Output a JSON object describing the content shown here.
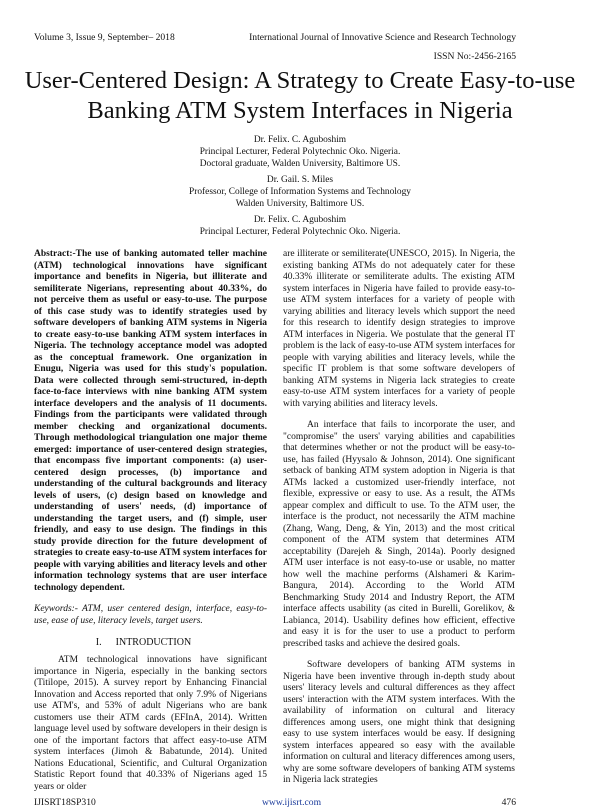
{
  "header": {
    "volume": "Volume 3, Issue 9, September– 2018",
    "journal": "International Journal of Innovative Science and Research Technology",
    "issn": "ISSN No:-2456-2165"
  },
  "title": "User-Centered Design: A Strategy to Create Easy-to-use Banking ATM System Interfaces in Nigeria",
  "authors": [
    {
      "name": "Dr. Felix. C. Aguboshim",
      "lines": [
        "Principal Lecturer, Federal Polytechnic Oko. Nigeria.",
        "Doctoral graduate, Walden University, Baltimore US."
      ]
    },
    {
      "name": "Dr. Gail. S. Miles",
      "lines": [
        "Professor, College of Information Systems and Technology",
        "Walden University, Baltimore US."
      ]
    },
    {
      "name": "Dr. Felix. C. Aguboshim",
      "lines": [
        "Principal Lecturer, Federal Polytechnic Oko. Nigeria."
      ]
    }
  ],
  "abstract": "Abstract:-The use of banking automated teller machine (ATM) technological innovations have significant importance and benefits in Nigeria, but illiterate and semiliterate Nigerians, representing about 40.33%, do not perceive them as useful or easy-to-use. The purpose of this case study was to identify strategies used by software developers of banking ATM systems in Nigeria to create easy-to-use banking ATM system interfaces in Nigeria. The technology acceptance model was adopted as the conceptual framework. One organization in Enugu, Nigeria was used for this study's population. Data were collected through semi-structured, in-depth face-to-face interviews with nine banking ATM system interface developers and the analysis of 11 documents. Findings from the participants were validated through member checking and organizational documents. Through methodological triangulation one major theme emerged: importance of user-centered design strategies, that encompass five important components: (a) user-centered design processes, (b) importance and understanding of the cultural backgrounds and literacy levels of users, (c) design based on knowledge and understanding of users' needs, (d) importance of understanding the target users, and (f) simple, user friendly, and easy to use design. The findings in this study provide direction for the future development of strategies to create easy-to-use ATM system interfaces for people with varying abilities and literacy levels and other information technology systems that are user interface technology dependent.",
  "keywords": "Keywords:- ATM, user centered design, interface, easy-to-use, ease of use, literacy levels, target users.",
  "section": {
    "number": "I.",
    "title": "INTRODUCTION"
  },
  "intro_left": "ATM technological innovations have significant importance in Nigeria, especially in the banking sectors (Titilope, 2015). A survey report by Enhancing Financial Innovation and Access reported that only 7.9% of Nigerians use ATM's, and 53% of adult Nigerians who are bank customers use their ATM cards (EFInA, 2014). Written language level used by software developers in their design is one of the important factors that affect easy-to-use ATM system interfaces (Jimoh & Babatunde, 2014). United Nations Educational, Scientific, and Cultural Organization Statistic Report found that 40.33% of Nigerians aged 15 years or older",
  "right_paragraphs": [
    "are illiterate or semiliterate(UNESCO, 2015). In Nigeria, the existing banking ATMs do not adequately cater for these 40.33% illiterate or semiliterate adults. The existing ATM system interfaces in Nigeria have failed to provide easy-to-use ATM system interfaces for a variety of people with varying abilities and literacy levels which support the need for this research to identify design strategies to improve ATM interfaces in Nigeria. We postulate that the general IT problem is the lack of easy-to-use ATM system interfaces for people with varying abilities and literacy levels, while the specific IT problem is that some software developers of banking ATM systems in Nigeria lack strategies to create easy-to-use ATM system interfaces for a variety of people with varying abilities and literacy levels.",
    "An interface that fails to incorporate the user, and \"compromise\" the users' varying abilities and capabilities that determines whether or not the product will be easy-to-use, has failed (Hyysalo & Johnson, 2014). One significant setback of banking ATM system adoption in Nigeria is that ATMs lacked a customized user-friendly interface, not flexible, expressive or easy to use. As a result, the ATMs appear complex and difficult to use. To the ATM user, the interface is the product, not necessarily the ATM machine (Zhang, Wang, Deng, & Yin, 2013) and the most critical component of the ATM system that determines ATM acceptability (Darejeh & Singh, 2014a). Poorly designed ATM user interface is not easy-to-use or usable, no matter how well the machine performs (Alshameri & Karim-Bangura, 2014). According to the World ATM Benchmarking Study 2014 and Industry Report, the ATM interface affects usability (as cited in Burelli, Gorelikov, & Labianca, 2014). Usability defines how efficient, effective and easy it is for the user to use a product to perform prescribed tasks and achieve the desired goals.",
    "Software developers of banking ATM systems in Nigeria have been inventive through in-depth study about users' literacy levels and cultural differences as they affect users' interaction with the ATM system interfaces. With the availability of information on cultural and literacy differences among users, one might think that designing easy to use system interfaces would be easy. If designing system interfaces appeared so easy with the available information on cultural and literacy differences among users, why are some software developers of banking ATM systems in Nigeria lack strategies"
  ],
  "footer": {
    "id": "IJISRT18SP310",
    "url": "www.ijisrt.com",
    "page": "476",
    "url_color": "#1a3a9a"
  }
}
